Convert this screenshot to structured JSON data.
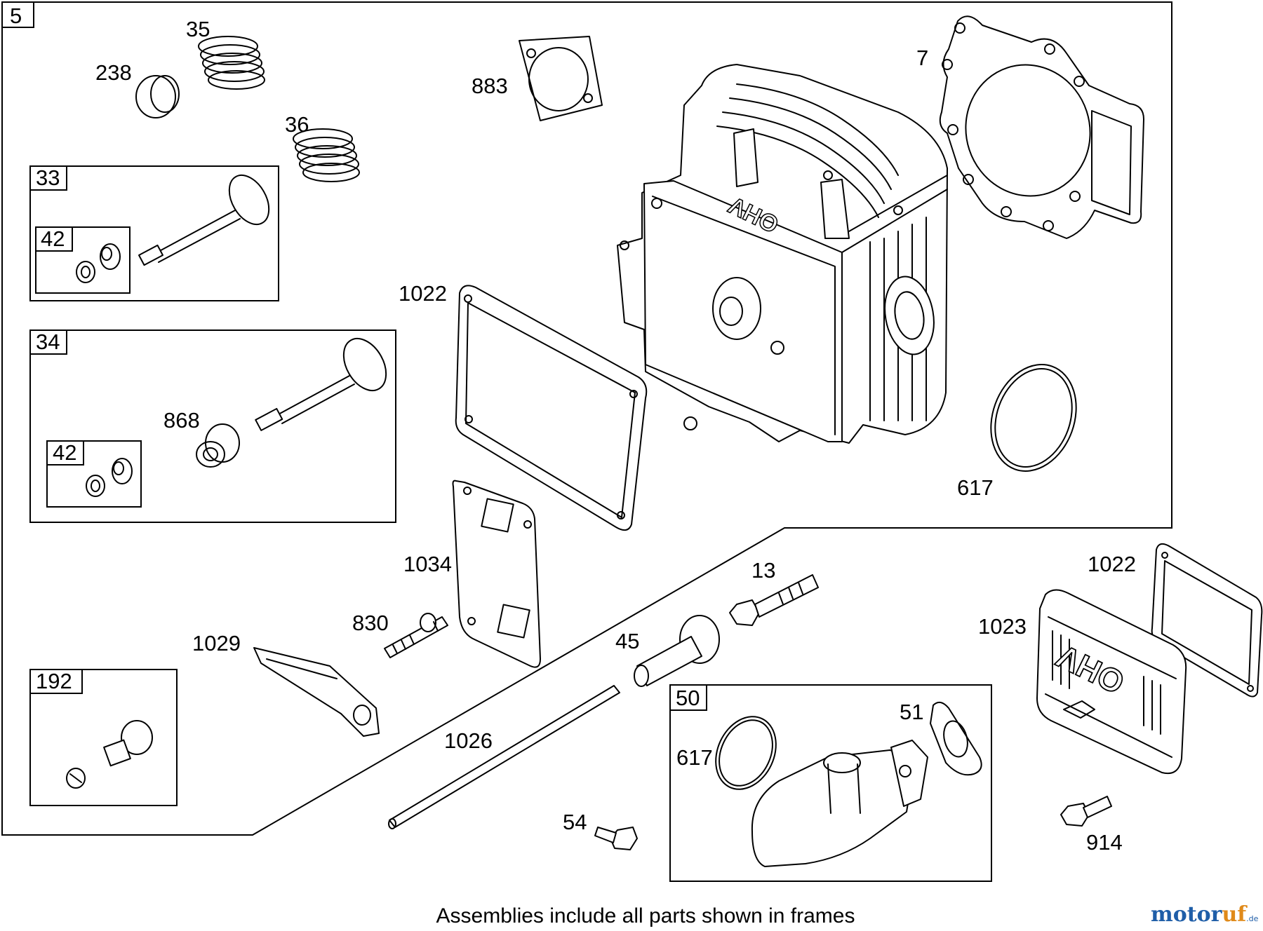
{
  "caption": "Assemblies include all parts shown in frames",
  "watermark": {
    "part1": "motor",
    "part2": "uf",
    "part3": ".de",
    "color_primary": "#1f5ea8",
    "color_accent": "#e08a1a"
  },
  "frames": {
    "main": "5",
    "exhaust_valve": "33",
    "exhaust_keeper": "42",
    "intake_valve": "34",
    "intake_keeper": "42",
    "breather": "192",
    "intake_manifold": "50"
  },
  "parts": {
    "p238": "238",
    "p35": "35",
    "p36": "36",
    "p883": "883",
    "p7": "7",
    "p1022a": "1022",
    "p868": "868",
    "p617a": "617",
    "p1034": "1034",
    "p13": "13",
    "p830": "830",
    "p1029": "1029",
    "p45": "45",
    "p1026": "1026",
    "p54": "54",
    "p617b": "617",
    "p51": "51",
    "p1022b": "1022",
    "p1023": "1023",
    "p914": "914"
  },
  "emboss_text": "OHV"
}
